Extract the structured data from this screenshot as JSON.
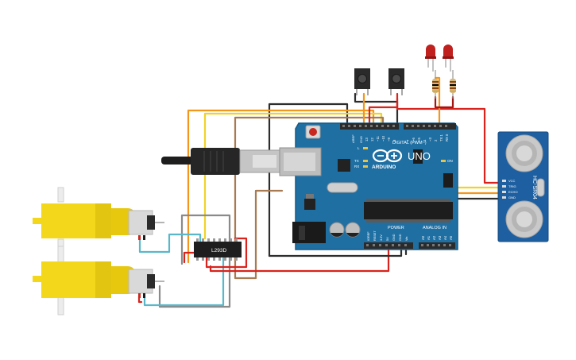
{
  "board": {
    "brand": "ARDUINO",
    "model": "UNO",
    "digital_header": "DIGITAL (PWM~)",
    "analog_header": "ANALOG IN",
    "power_header": "POWER",
    "aref": "AREF",
    "gnd": "GND",
    "digital_pins": [
      "13",
      "12",
      "~11",
      "~10",
      "~9",
      "8",
      "7",
      "~6",
      "~5",
      "4",
      "~3",
      "2",
      "TX 1",
      "RX 0"
    ],
    "analog_pins": [
      "A0",
      "A1",
      "A2",
      "A3",
      "A4",
      "A5"
    ],
    "power_pins": [
      "IOREF",
      "RESET",
      "3.3V",
      "5V",
      "GND",
      "GND",
      "Vin"
    ],
    "led_labels": [
      "L",
      "TX",
      "RX",
      "ON"
    ],
    "colors": {
      "board": "#1f6fa3",
      "board_edge": "#185a86",
      "header": "#2b2b2b"
    }
  },
  "sensor": {
    "name": "HC-SR04",
    "pins": [
      "VCC",
      "TRIG",
      "ECHO",
      "GND"
    ],
    "colors": {
      "pcb": "#1d5fa0",
      "transducer": "#c9c9c9"
    }
  },
  "driver": {
    "chip_label": "L293D"
  },
  "motors": {
    "count": 2,
    "colors": {
      "body": "#f2d71b",
      "cap": "#d9d9d9"
    }
  },
  "leds": {
    "count": 2,
    "color": "#c0201e"
  },
  "buttons": {
    "count": 2
  },
  "resistors": {
    "count": 2
  },
  "wire_colors": {
    "red": "#d9231c",
    "black": "#2d2d2d",
    "orange": "#f3961c",
    "yellow": "#f1d228",
    "brown": "#a77a52",
    "grey": "#8a8a8a",
    "cyan": "#5ab7c9",
    "dark_red": "#a41612"
  }
}
